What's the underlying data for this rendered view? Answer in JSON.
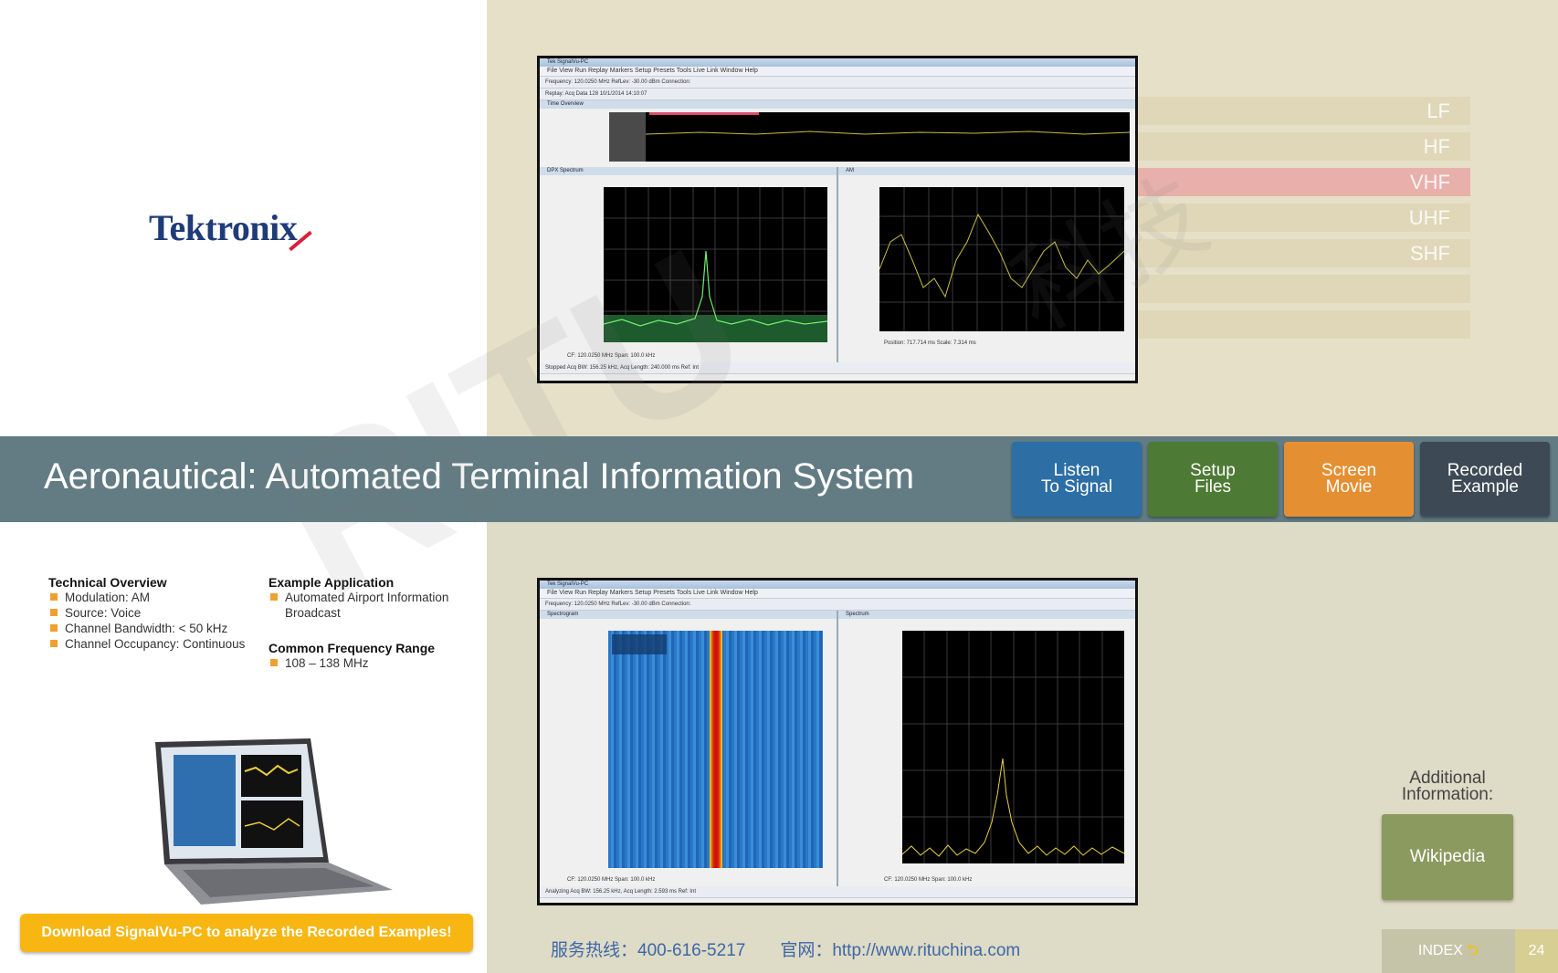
{
  "title": {
    "bold": "Aeronautical:",
    "rest": " Automated Terminal Information System"
  },
  "logo": "Tektronix",
  "nav_buttons": [
    {
      "label": "Listen\nTo Signal",
      "color": "#2d6ea5"
    },
    {
      "label": "Setup\nFiles",
      "color": "#4d7a34"
    },
    {
      "label": "Screen\nMovie",
      "color": "#e58f33"
    },
    {
      "label": "Recorded\nExample",
      "color": "#3d4a55"
    }
  ],
  "bands": [
    {
      "label": "LF",
      "highlight": false
    },
    {
      "label": "HF",
      "highlight": false
    },
    {
      "label": "VHF",
      "highlight": true
    },
    {
      "label": "UHF",
      "highlight": false
    },
    {
      "label": "SHF",
      "highlight": false
    },
    {
      "label": "",
      "highlight": false
    },
    {
      "label": "",
      "highlight": false
    }
  ],
  "technical_overview": {
    "heading": "Technical Overview",
    "items": [
      "Modulation: AM",
      "Source: Voice",
      "Channel Bandwidth: < 50 kHz",
      "Channel Occupancy: Continuous"
    ]
  },
  "example_application": {
    "heading": "Example Application",
    "items": [
      "Automated Airport Information Broadcast"
    ]
  },
  "frequency_range": {
    "heading": "Common Frequency Range",
    "items": [
      "108 – 138 MHz"
    ]
  },
  "download_button": "Download SignalVu-PC to analyze the Recorded Examples!",
  "additional_info": "Additional\nInformation:",
  "wikipedia_button": "Wikipedia",
  "index_label": "INDEX",
  "page_number": "24",
  "footer": "服务热线：400-616-5217　　官网：http://www.rituchina.com",
  "screenshot_top": {
    "window_title": "Tek SignalVu-PC",
    "menu": "File   View   Run   Replay   Markers   Setup   Presets   Tools   Live Link   Window   Help",
    "toolbar": "Frequency: 120.0250 MHz    RefLev: -30.00 dBm    Connection:",
    "replay_bar": "Replay:  Acq Data      128      10/1/2014 14:10:07",
    "time_overview": "Time Overview",
    "dpx_spectrum": "DPX Spectrum",
    "am_panel": "AM",
    "dpx_footer": "CF: 120.0250 MHz      Span: 100.0 kHz",
    "am_footer": "Position: 717.714 ms      Scale: 7.314 ms",
    "status": "Stopped      Acq BW: 156.25 kHz, Acq Length: 240.000 ms      Ref: Int"
  },
  "screenshot_bottom": {
    "window_title": "Tek SignalVu-PC",
    "menu": "File   View   Run   Replay   Markers   Setup   Presets   Tools   Live Link   Window   Help",
    "toolbar": "Frequency: 120.0250 MHz    RefLev: -30.00 dBm    Connection:",
    "spectrogram": "Spectrogram",
    "spectrum": "Spectrum",
    "spectrogram_footer": "CF: 120.0250 MHz      Span: 100.0 kHz",
    "spectrum_footer": "CF: 120.0250 MHz      Span: 100.0 kHz",
    "status": "Analyzing      Acq BW: 156.25 kHz, Acq Length: 2.593 ms      Ref: Int"
  }
}
